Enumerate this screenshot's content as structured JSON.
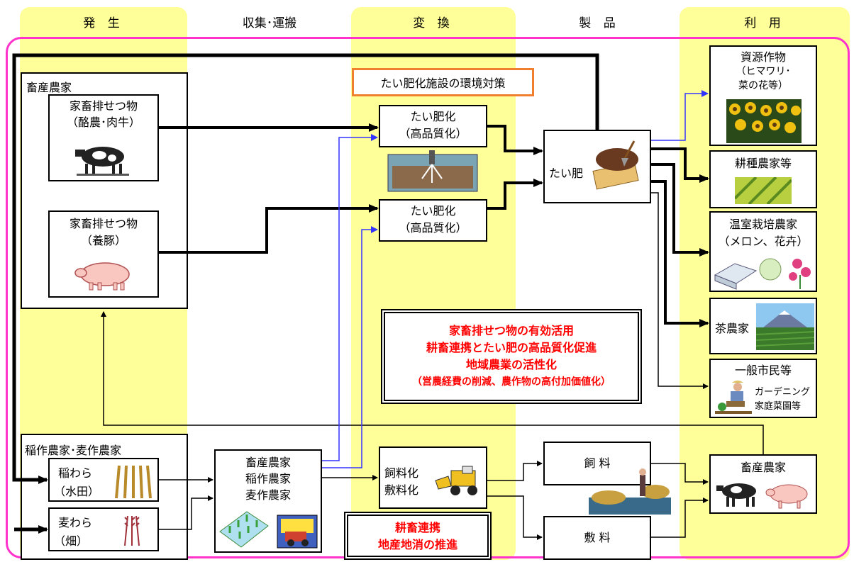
{
  "columns": {
    "generation": "発 生",
    "collection": "収集･運搬",
    "conversion": "変 換",
    "product": "製 品",
    "utilization": "利 用"
  },
  "sources": {
    "livestock_group_title": "畜産農家",
    "manure_dairy": {
      "line1": "家畜排せつ物",
      "line2": "（酪農･肉牛）"
    },
    "manure_pig": {
      "line1": "家畜排せつ物",
      "line2": "（養豚）"
    },
    "rice_group_title": "稲作農家･麦作農家",
    "rice_straw": {
      "line1": "稲わら",
      "line2": "（水田）"
    },
    "wheat_straw": {
      "line1": "麦わら",
      "line2": "（畑）"
    }
  },
  "collection": {
    "line1": "畜産農家",
    "line2": "稲作農家",
    "line3": "麦作農家"
  },
  "conversion": {
    "env_measure": "たい肥化施設の環境対策",
    "compost1": {
      "line1": "たい肥化",
      "line2": "（高品質化）"
    },
    "compost2": {
      "line1": "たい肥化",
      "line2": "（高品質化）"
    },
    "feed": {
      "line1": "飼料化",
      "line2": "敷料化"
    }
  },
  "products": {
    "compost": "たい肥",
    "feed": "飼 料",
    "bedding": "敷 料"
  },
  "users": {
    "resource_crops": {
      "line1": "資源作物",
      "line2": "（ヒマワリ･",
      "line3": "菜の花等）"
    },
    "arable_farmers": "耕種農家等",
    "greenhouse": {
      "line1": "温室栽培農家",
      "line2": "（メロン、花卉）"
    },
    "tea": "茶農家",
    "citizens": {
      "line1": "一般市民等",
      "line2": "ガーデニング",
      "line3": "家庭菜園等"
    },
    "livestock": "畜産農家"
  },
  "callouts": {
    "main": {
      "line1": "家畜排せつ物の有効活用",
      "line2": "耕畜連携とたい肥の高品質化促進",
      "line3": "地域農業の活性化",
      "line4": "（営農経費の削減、農作物の高付加価値化）"
    },
    "local": {
      "line1": "耕畜連携",
      "line2": "地産地消の推進"
    }
  },
  "colors": {
    "column_fill": "#ffff99",
    "frame": "#ff33cc",
    "env_border": "#f08030",
    "callout_text": "#ff0000",
    "blue_arrow": "#3333ff"
  }
}
